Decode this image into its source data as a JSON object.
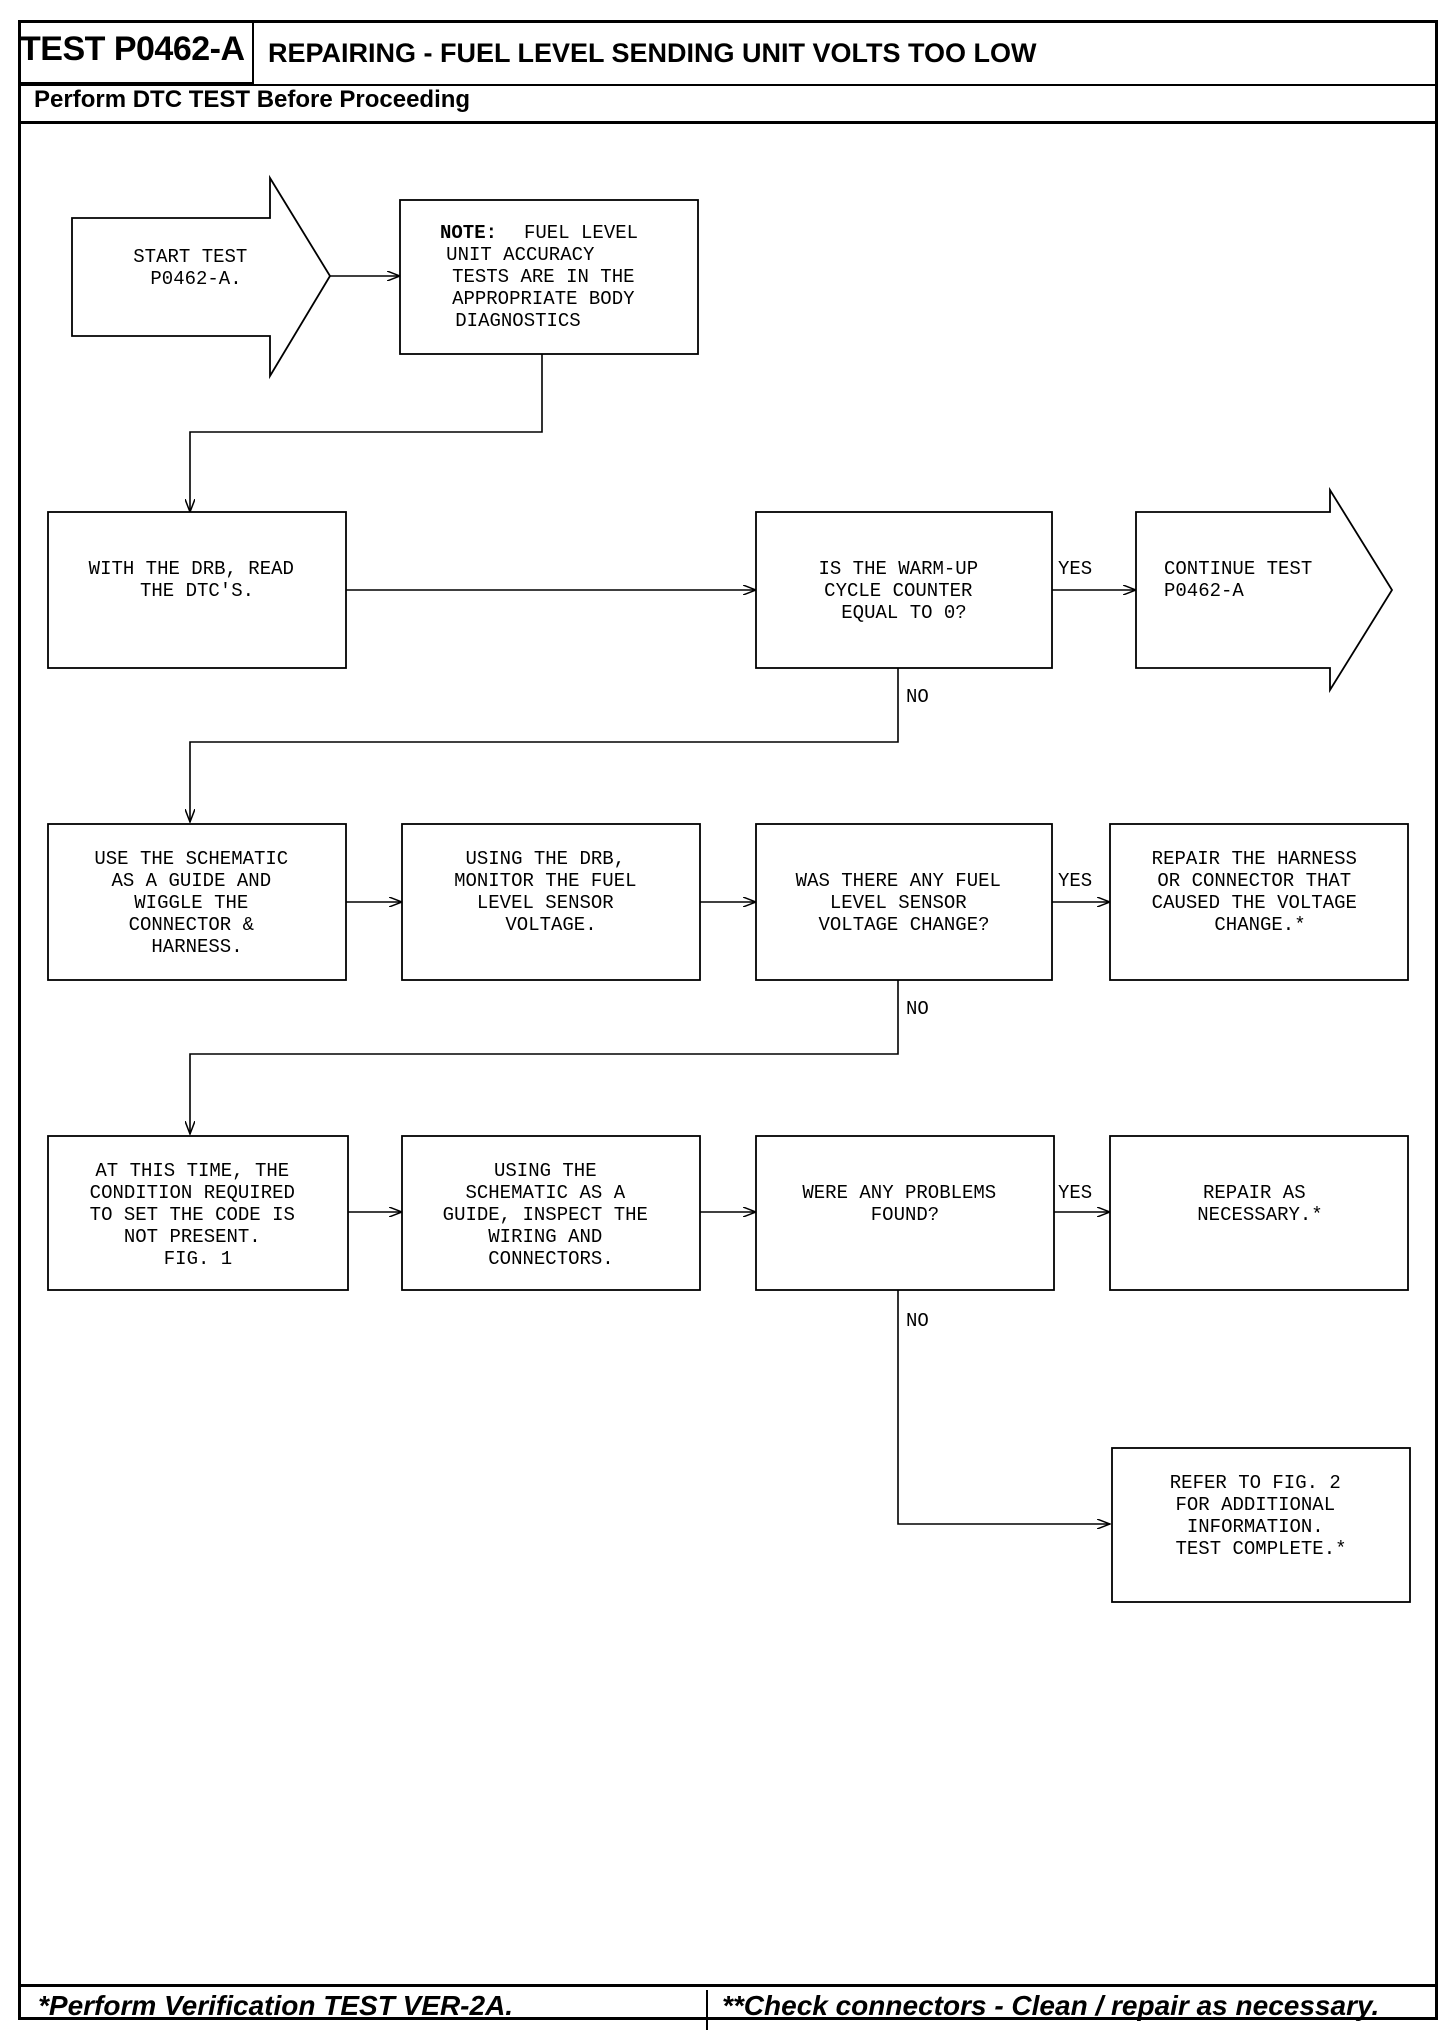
{
  "header": {
    "test_id": "TEST P0462-A",
    "title": "REPAIRING - FUEL LEVEL SENDING UNIT VOLTS TOO LOW",
    "subtitle": "Perform DTC TEST Before Proceeding"
  },
  "footer": {
    "left": "*Perform Verification TEST VER-2A.",
    "right": "**Check connectors - Clean / repair as necessary."
  },
  "nodes": {
    "start": [
      "START TEST",
      "P0462-A."
    ],
    "note": [
      "FUEL LEVEL",
      "UNIT ACCURACY",
      "TESTS ARE IN THE",
      "APPROPRIATE BODY",
      "DIAGNOSTICS"
    ],
    "note_label": "NOTE:",
    "read_dtc": [
      "WITH THE DRB, READ",
      "THE DTC'S."
    ],
    "warmup": [
      "IS THE WARM-UP",
      "CYCLE COUNTER",
      "EQUAL TO 0?"
    ],
    "continue": [
      "CONTINUE TEST",
      "P0462-A"
    ],
    "wiggle": [
      "USE THE SCHEMATIC",
      "AS A GUIDE AND",
      "WIGGLE THE",
      "CONNECTOR &",
      "HARNESS."
    ],
    "monitor": [
      "USING THE DRB,",
      "MONITOR THE FUEL",
      "LEVEL SENSOR",
      "VOLTAGE."
    ],
    "change_q": [
      "WAS THERE ANY FUEL",
      "LEVEL SENSOR",
      "VOLTAGE CHANGE?"
    ],
    "repair_harness": [
      "REPAIR THE HARNESS",
      "OR CONNECTOR THAT",
      "CAUSED THE VOLTAGE",
      "CHANGE.*"
    ],
    "not_present": [
      "AT THIS TIME, THE",
      "CONDITION REQUIRED",
      "TO SET THE CODE IS",
      "NOT PRESENT.",
      "FIG. 1"
    ],
    "inspect": [
      "USING THE",
      "SCHEMATIC AS A",
      "GUIDE, INSPECT THE",
      "WIRING AND",
      "CONNECTORS."
    ],
    "problems_q": [
      "WERE ANY PROBLEMS",
      "FOUND?"
    ],
    "repair_nec": [
      "REPAIR AS",
      "NECESSARY.*"
    ],
    "refer": [
      "REFER TO FIG. 2",
      "FOR ADDITIONAL",
      "INFORMATION.",
      "TEST COMPLETE.*"
    ]
  },
  "edge_labels": {
    "yes": "YES",
    "no": "NO"
  }
}
